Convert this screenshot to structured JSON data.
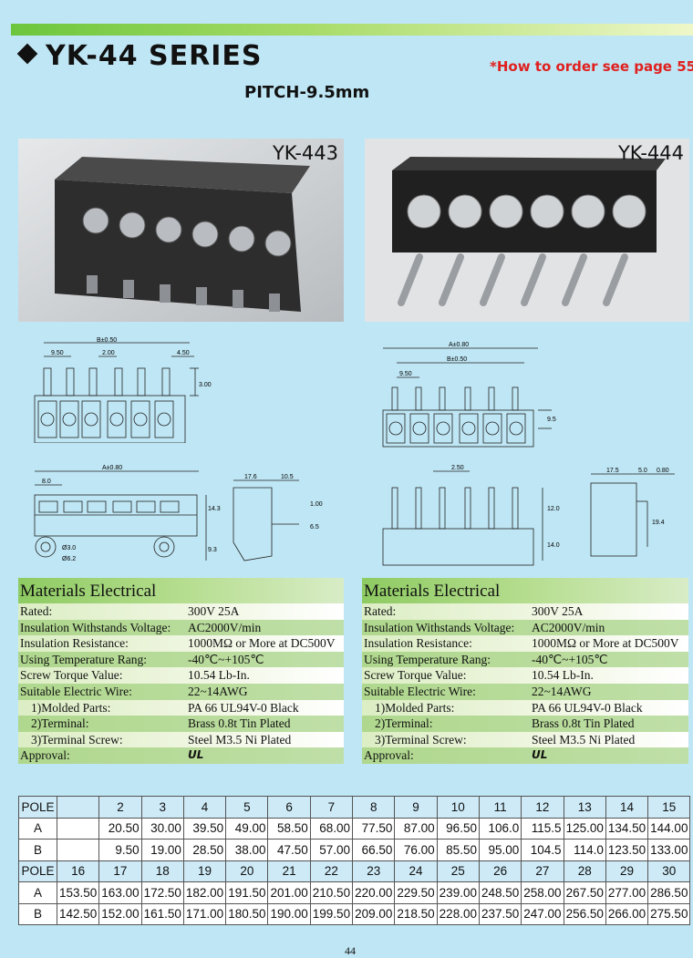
{
  "header": {
    "series_title": "YK-44 SERIES",
    "order_note": "*How to order see page 55",
    "pitch": "PITCH-9.5mm"
  },
  "photos": [
    {
      "label": "YK-443"
    },
    {
      "label": "YK-444"
    }
  ],
  "dimensions": {
    "left_top": {
      "b": "B±0.50",
      "p1": "9.50",
      "p2": "2.00",
      "p3": "4.50",
      "h": "3.00"
    },
    "left_bottom": {
      "a": "A±0.80",
      "p": "8.0",
      "w1": "17.6",
      "w2": "10.5",
      "h1": "14.3",
      "h2": "9.3",
      "h3": "1.00",
      "h4": "6.5",
      "d1": "Ø3.0",
      "d2": "Ø6.2"
    },
    "right_top": {
      "a": "A±0.80",
      "b": "B±0.50",
      "p": "9.50",
      "h": "9.5"
    },
    "right_bottom": {
      "p": "2.50",
      "h1": "12.0",
      "h2": "14.0",
      "w1": "17.5",
      "w2": "5.0",
      "w3": "0.80",
      "h3": "19.4"
    }
  },
  "specs": {
    "title": "Materials Electrical",
    "rows": [
      {
        "k": "Rated:",
        "v": "300V  25A"
      },
      {
        "k": "Insulation Withstands Voltage:",
        "v": "AC2000V/min"
      },
      {
        "k": "Insulation Resistance:",
        "v": "1000MΩ  or More at DC500V"
      },
      {
        "k": "Using Temperature Rang:",
        "v": "-40℃~+105℃"
      },
      {
        "k": "Screw Torque Value:",
        "v": "10.54 Lb-In."
      },
      {
        "k": "Suitable Electric Wire:",
        "v": "22~14AWG"
      },
      {
        "k": "1)Molded Parts:",
        "v": "PA 66 UL94V-0 Black"
      },
      {
        "k": "2)Terminal:",
        "v": "Brass 0.8t Tin Plated"
      },
      {
        "k": "3)Terminal Screw:",
        "v": "Steel M3.5 Ni Plated"
      },
      {
        "k": "Approval:",
        "v": "UL"
      }
    ]
  },
  "pole_table": {
    "rows": [
      [
        "POLE",
        "",
        "2",
        "3",
        "4",
        "5",
        "6",
        "7",
        "8",
        "9",
        "10",
        "11",
        "12",
        "13",
        "14",
        "15"
      ],
      [
        "A",
        "",
        "20.50",
        "30.00",
        "39.50",
        "49.00",
        "58.50",
        "68.00",
        "77.50",
        "87.00",
        "96.50",
        "106.0",
        "115.5",
        "125.00",
        "134.50",
        "144.00"
      ],
      [
        "B",
        "",
        "9.50",
        "19.00",
        "28.50",
        "38.00",
        "47.50",
        "57.00",
        "66.50",
        "76.00",
        "85.50",
        "95.00",
        "104.5",
        "114.0",
        "123.50",
        "133.00"
      ],
      [
        "POLE",
        "16",
        "17",
        "18",
        "19",
        "20",
        "21",
        "22",
        "23",
        "24",
        "25",
        "26",
        "27",
        "28",
        "29",
        "30"
      ],
      [
        "A",
        "153.50",
        "163.00",
        "172.50",
        "182.00",
        "191.50",
        "201.00",
        "210.50",
        "220.00",
        "229.50",
        "239.00",
        "248.50",
        "258.00",
        "267.50",
        "277.00",
        "286.50"
      ],
      [
        "B",
        "142.50",
        "152.00",
        "161.50",
        "171.00",
        "180.50",
        "190.00",
        "199.50",
        "209.00",
        "218.50",
        "228.00",
        "237.50",
        "247.00",
        "256.50",
        "266.00",
        "275.50"
      ]
    ]
  },
  "page_number": "44"
}
